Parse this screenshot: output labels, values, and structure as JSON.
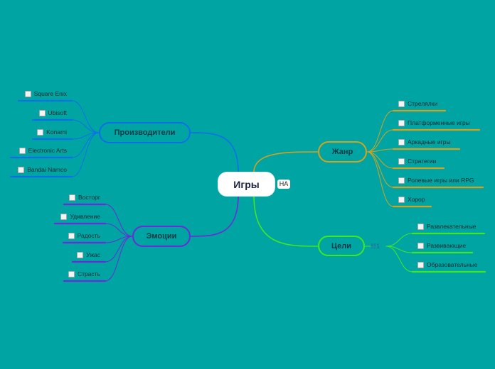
{
  "central": {
    "label": "Игры",
    "badge": "НА"
  },
  "branches": {
    "producers": {
      "label": "Производители",
      "color": "#0a6fe8",
      "items": [
        "Square Enix",
        "Ubisoft",
        "Konami",
        "Electronic Arts",
        "Bandai Namco"
      ]
    },
    "emotions": {
      "label": "Эмоции",
      "color": "#6a2bd8",
      "items": [
        "Восторг",
        "Удивление",
        "Радость",
        "Ужас",
        "Страсть"
      ]
    },
    "genre": {
      "label": "Жанр",
      "color": "#d6a21c",
      "items": [
        "Стрелялки",
        "Платформенные игры",
        "Аркадные игры",
        "Стратегии",
        "Ролевые игры или RPG",
        "Хорор"
      ]
    },
    "goals": {
      "label": "Цели",
      "color": "#3ee822",
      "task_marker": "☷1",
      "items": [
        "Развлекательные",
        "Развивающие",
        "Образовательные"
      ]
    }
  }
}
